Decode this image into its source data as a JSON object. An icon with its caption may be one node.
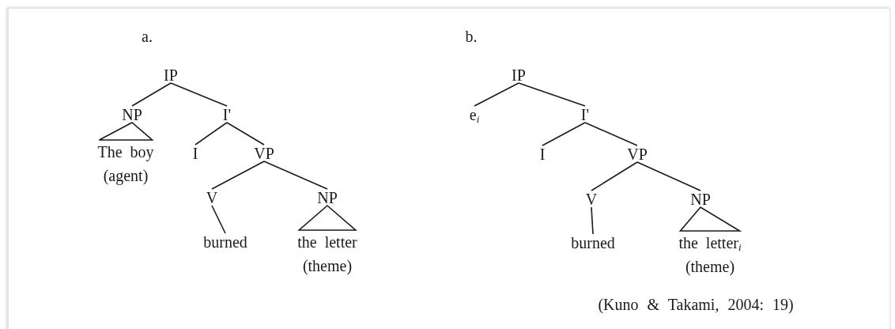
{
  "diagram": {
    "caption": "(Kuno & Takami, 2004: 19)",
    "nodes": [
      {
        "text": [
          "IP"
        ]
      },
      {
        "text": [
          "NP"
        ]
      },
      {
        "text": [
          "The boy",
          "(agent)"
        ]
      },
      {
        "text": [
          "I'"
        ]
      },
      {
        "text": [
          "I"
        ]
      },
      {
        "text": [
          "VP"
        ]
      },
      {
        "text": [
          "V"
        ]
      },
      {
        "text": [
          "NP"
        ]
      },
      {
        "text": [
          "burned"
        ]
      },
      {
        "text": [
          "the letter",
          "(theme)"
        ]
      },
      {
        "text": [
          "IP"
        ]
      },
      {
        "text": [
          "e$_{i}$"
        ]
      },
      {
        "text": [
          "I'"
        ]
      },
      {
        "text": [
          "I"
        ]
      },
      {
        "text": [
          "VP"
        ]
      },
      {
        "text": [
          "V"
        ]
      },
      {
        "text": [
          "NP"
        ]
      },
      {
        "text": [
          "burned"
        ]
      },
      {
        "text": [
          "the letter$_{i}$",
          "(theme)"
        ]
      }
    ],
    "edges": [
      {
        "from": 0,
        "to": 1,
        "arrow": "none"
      },
      {
        "from": 0,
        "to": 3,
        "arrow": "none"
      },
      {
        "from": 1,
        "to": 2,
        "arrow": "none"
      },
      {
        "from": 3,
        "to": 4,
        "arrow": "none"
      },
      {
        "from": 3,
        "to": 5,
        "arrow": "none"
      },
      {
        "from": 5,
        "to": 6,
        "arrow": "none"
      },
      {
        "from": 5,
        "to": 7,
        "arrow": "none"
      },
      {
        "from": 6,
        "to": 8,
        "arrow": "none"
      },
      {
        "from": 7,
        "to": 9,
        "arrow": "none"
      },
      {
        "from": 10,
        "to": 11,
        "arrow": "none"
      },
      {
        "from": 10,
        "to": 12,
        "arrow": "none"
      },
      {
        "from": 12,
        "to": 13,
        "arrow": "none"
      },
      {
        "from": 12,
        "to": 14,
        "arrow": "none"
      },
      {
        "from": 14,
        "to": 15,
        "arrow": "none"
      },
      {
        "from": 14,
        "to": 16,
        "arrow": "none"
      },
      {
        "from": 15,
        "to": 17,
        "arrow": "none"
      },
      {
        "from": 16,
        "to": 18,
        "arrow": "none"
      }
    ],
    "labels": [
      "a.",
      "b."
    ]
  }
}
